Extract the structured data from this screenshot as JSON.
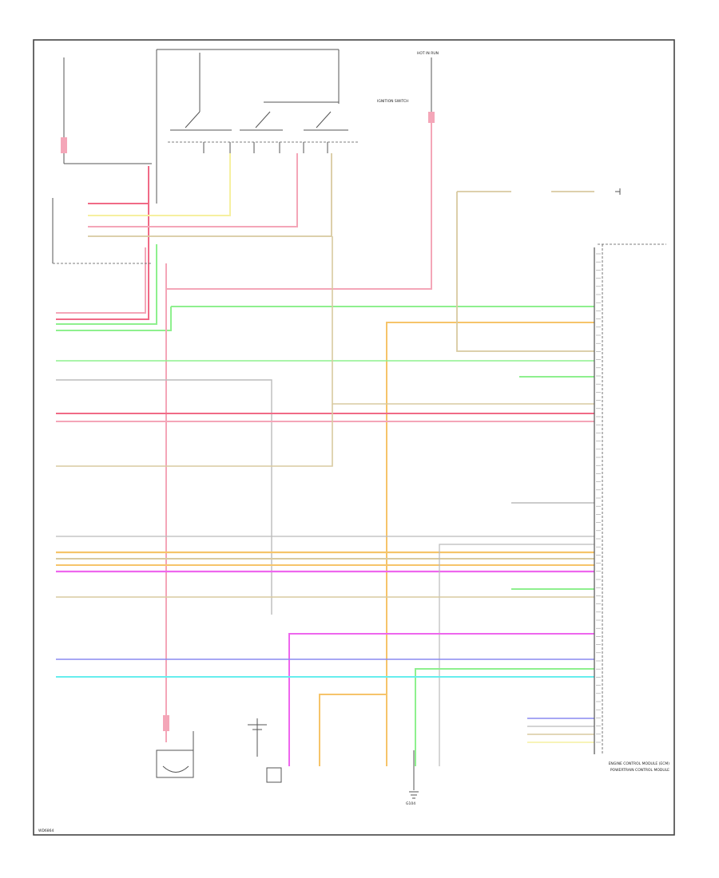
{
  "colors": {
    "pink": "#f4a6b8",
    "red_pink": "#f06a86",
    "yellow": "#f6f0a0",
    "tan": "#d8caa0",
    "orange": "#f6c46a",
    "green": "#8ef08e",
    "magenta": "#ee66ee",
    "blue": "#8a8af0",
    "cyan": "#66eeee",
    "gray": "#bbbbbb",
    "line": "#555555",
    "frame": "#444444"
  },
  "diagram": {
    "corner_code": "WD6864",
    "center_label_a": "HOT IN RUN",
    "center_label_b": "IGNITION SWITCH",
    "ecm_title": "ENGINE CONTROL MODULE (ECM)",
    "pcm_label": "POWERTRAIN CONTROL MODULE",
    "ground_label": "G104"
  }
}
